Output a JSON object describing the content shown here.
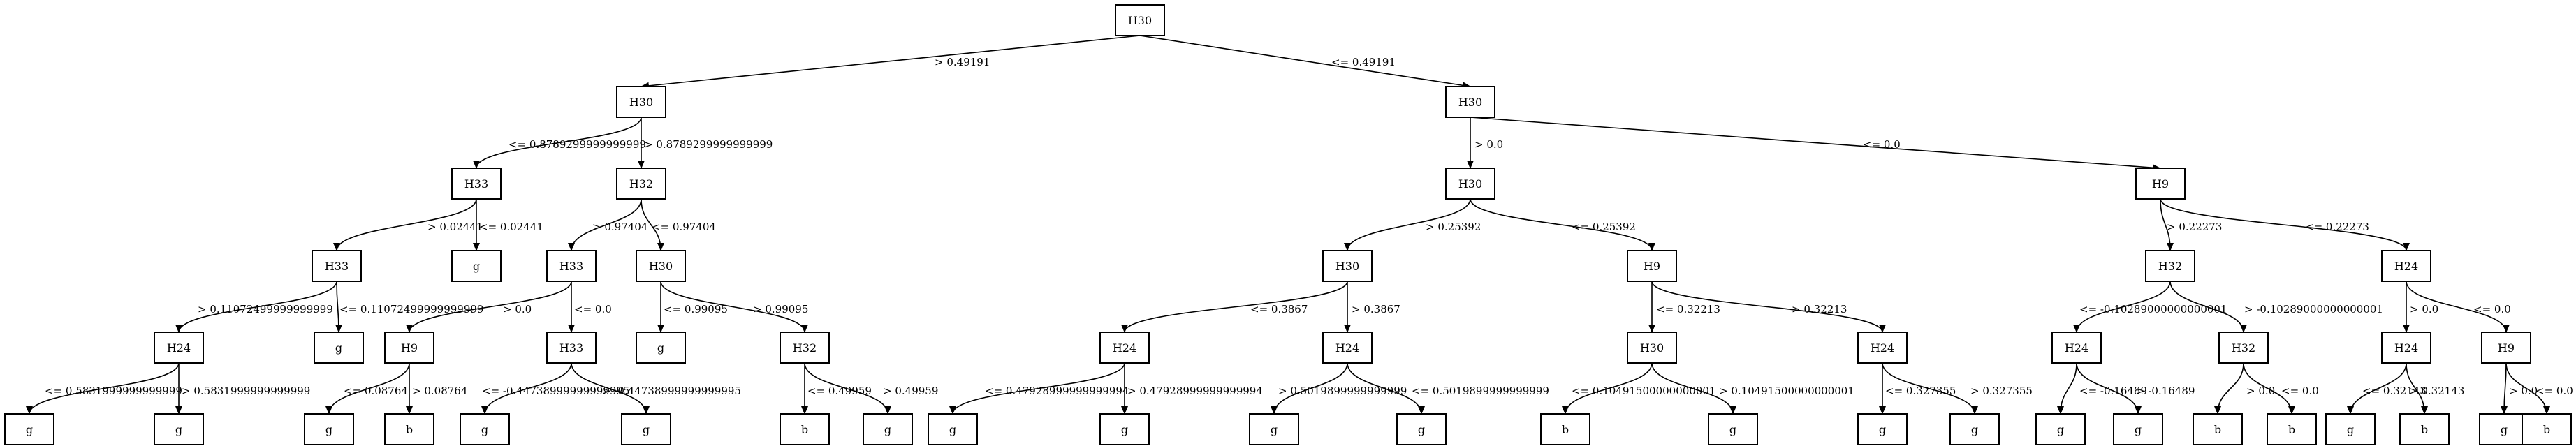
{
  "tree": {
    "nodes": [
      {
        "id": "n0",
        "label": "H30"
      },
      {
        "id": "n1",
        "label": "H30"
      },
      {
        "id": "n2",
        "label": "H30"
      },
      {
        "id": "n3",
        "label": "H33"
      },
      {
        "id": "n4",
        "label": "H32"
      },
      {
        "id": "n5",
        "label": "H30"
      },
      {
        "id": "n6",
        "label": "H9"
      },
      {
        "id": "n7",
        "label": "H33"
      },
      {
        "id": "n8",
        "label": "g"
      },
      {
        "id": "n9",
        "label": "H33"
      },
      {
        "id": "n10",
        "label": "H30"
      },
      {
        "id": "n11",
        "label": "H30"
      },
      {
        "id": "n12",
        "label": "H9"
      },
      {
        "id": "n13",
        "label": "H32"
      },
      {
        "id": "n14",
        "label": "H24"
      },
      {
        "id": "n15",
        "label": "H24"
      },
      {
        "id": "n16",
        "label": "g"
      },
      {
        "id": "n17",
        "label": "H9"
      },
      {
        "id": "n18",
        "label": "H33"
      },
      {
        "id": "n19",
        "label": "g"
      },
      {
        "id": "n20",
        "label": "H32"
      },
      {
        "id": "n21",
        "label": "H24"
      },
      {
        "id": "n22",
        "label": "H24"
      },
      {
        "id": "n23",
        "label": "H30"
      },
      {
        "id": "n24",
        "label": "H24"
      },
      {
        "id": "n25",
        "label": "H24"
      },
      {
        "id": "n26",
        "label": "H32"
      },
      {
        "id": "n27",
        "label": "H24"
      },
      {
        "id": "n28",
        "label": "H9"
      },
      {
        "id": "n29",
        "label": "g"
      },
      {
        "id": "n30",
        "label": "g"
      },
      {
        "id": "n31",
        "label": "g"
      },
      {
        "id": "n32",
        "label": "b"
      },
      {
        "id": "n33",
        "label": "g"
      },
      {
        "id": "n34",
        "label": "g"
      },
      {
        "id": "n35",
        "label": "b"
      },
      {
        "id": "n36",
        "label": "g"
      },
      {
        "id": "n37",
        "label": "g"
      },
      {
        "id": "n38",
        "label": "g"
      },
      {
        "id": "n39",
        "label": "g"
      },
      {
        "id": "n40",
        "label": "g"
      },
      {
        "id": "n41",
        "label": "b"
      },
      {
        "id": "n42",
        "label": "g"
      },
      {
        "id": "n43",
        "label": "g"
      },
      {
        "id": "n44",
        "label": "g"
      },
      {
        "id": "n45",
        "label": "g"
      },
      {
        "id": "n46",
        "label": "g"
      },
      {
        "id": "n47",
        "label": "b"
      },
      {
        "id": "n48",
        "label": "b"
      },
      {
        "id": "n49",
        "label": "g"
      },
      {
        "id": "n50",
        "label": "b"
      },
      {
        "id": "n51",
        "label": "g"
      },
      {
        "id": "n52",
        "label": "b"
      }
    ],
    "edges": [
      {
        "from": "n0",
        "to": "n1",
        "label": "> 0.49191"
      },
      {
        "from": "n0",
        "to": "n2",
        "label": "<= 0.49191"
      },
      {
        "from": "n1",
        "to": "n3",
        "label": "<= 0.8789299999999999"
      },
      {
        "from": "n1",
        "to": "n4",
        "label": "> 0.8789299999999999"
      },
      {
        "from": "n2",
        "to": "n5",
        "label": "> 0.0"
      },
      {
        "from": "n2",
        "to": "n6",
        "label": "<= 0.0"
      },
      {
        "from": "n3",
        "to": "n7",
        "label": "> 0.02441"
      },
      {
        "from": "n3",
        "to": "n8",
        "label": "<= 0.02441"
      },
      {
        "from": "n4",
        "to": "n9",
        "label": "> 0.97404"
      },
      {
        "from": "n4",
        "to": "n10",
        "label": "<= 0.97404"
      },
      {
        "from": "n5",
        "to": "n11",
        "label": "> 0.25392"
      },
      {
        "from": "n5",
        "to": "n12",
        "label": "<= 0.25392"
      },
      {
        "from": "n6",
        "to": "n13",
        "label": "> 0.22273"
      },
      {
        "from": "n6",
        "to": "n14",
        "label": "<= 0.22273"
      },
      {
        "from": "n7",
        "to": "n15",
        "label": "> 0.11072499999999999"
      },
      {
        "from": "n7",
        "to": "n16",
        "label": "<= 0.11072499999999999"
      },
      {
        "from": "n9",
        "to": "n17",
        "label": "> 0.0"
      },
      {
        "from": "n9",
        "to": "n18",
        "label": "<= 0.0"
      },
      {
        "from": "n10",
        "to": "n19",
        "label": "<= 0.99095"
      },
      {
        "from": "n10",
        "to": "n20",
        "label": "> 0.99095"
      },
      {
        "from": "n11",
        "to": "n21",
        "label": "<= 0.3867"
      },
      {
        "from": "n11",
        "to": "n22",
        "label": "> 0.3867"
      },
      {
        "from": "n12",
        "to": "n23",
        "label": "<= 0.32213"
      },
      {
        "from": "n12",
        "to": "n24",
        "label": "> 0.32213"
      },
      {
        "from": "n13",
        "to": "n25",
        "label": "<= -0.10289000000000001"
      },
      {
        "from": "n13",
        "to": "n26",
        "label": "> -0.10289000000000001"
      },
      {
        "from": "n14",
        "to": "n27",
        "label": "> 0.0"
      },
      {
        "from": "n14",
        "to": "n28",
        "label": "<= 0.0"
      },
      {
        "from": "n15",
        "to": "n29",
        "label": "<= 0.5831999999999999"
      },
      {
        "from": "n15",
        "to": "n30",
        "label": "> 0.5831999999999999"
      },
      {
        "from": "n17",
        "to": "n31",
        "label": "<= 0.08764"
      },
      {
        "from": "n17",
        "to": "n32",
        "label": "> 0.08764"
      },
      {
        "from": "n18",
        "to": "n33",
        "label": "<= -0.44738999999999995"
      },
      {
        "from": "n18",
        "to": "n34",
        "label": "> -0.44738999999999995"
      },
      {
        "from": "n20",
        "to": "n35",
        "label": "<= 0.49959"
      },
      {
        "from": "n20",
        "to": "n36",
        "label": "> 0.49959"
      },
      {
        "from": "n21",
        "to": "n37",
        "label": "<= 0.47928999999999994"
      },
      {
        "from": "n21",
        "to": "n38",
        "label": "> 0.47928999999999994"
      },
      {
        "from": "n22",
        "to": "n39",
        "label": "> 0.5019899999999999"
      },
      {
        "from": "n22",
        "to": "n40",
        "label": "<= 0.5019899999999999"
      },
      {
        "from": "n23",
        "to": "n41",
        "label": "<= 0.10491500000000001"
      },
      {
        "from": "n23",
        "to": "n42",
        "label": "> 0.10491500000000001"
      },
      {
        "from": "n24",
        "to": "n43",
        "label": "<= 0.327355"
      },
      {
        "from": "n24",
        "to": "n44",
        "label": "> 0.327355"
      },
      {
        "from": "n25",
        "to": "n45",
        "label": "<= -0.16489"
      },
      {
        "from": "n25",
        "to": "n46",
        "label": "> -0.16489"
      },
      {
        "from": "n26",
        "to": "n47",
        "label": "> 0.0"
      },
      {
        "from": "n26",
        "to": "n48",
        "label": "<= 0.0"
      },
      {
        "from": "n27",
        "to": "n49",
        "label": "<= 0.32143"
      },
      {
        "from": "n27",
        "to": "n50",
        "label": "> 0.32143"
      },
      {
        "from": "n28",
        "to": "n51",
        "label": "> 0.0"
      },
      {
        "from": "n28",
        "to": "n52",
        "label": "<= 0.0"
      }
    ]
  }
}
